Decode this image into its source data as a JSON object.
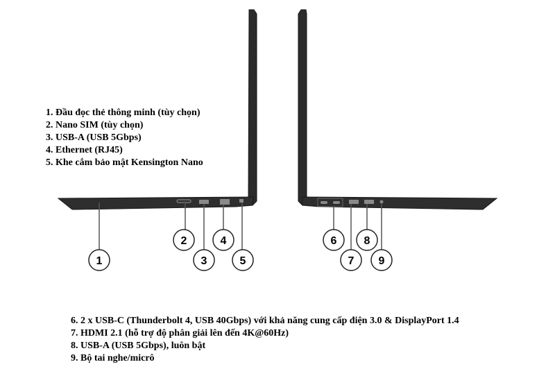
{
  "left_side_ports": [
    {
      "number": "1",
      "label": "1. Đầu đọc thẻ thông minh (tùy chọn)"
    },
    {
      "number": "2",
      "label": "2. Nano SIM (tùy chọn)"
    },
    {
      "number": "3",
      "label": "3. USB-A (USB 5Gbps)"
    },
    {
      "number": "4",
      "label": "4. Ethernet (RJ45)"
    },
    {
      "number": "5",
      "label": "5. Khe cắm bảo mật Kensington Nano"
    }
  ],
  "right_side_ports": [
    {
      "number": "6",
      "label": "6. 2 x USB-C (Thunderbolt 4, USB 40Gbps) với khả năng cung cấp điện 3.0 & DisplayPort 1.4"
    },
    {
      "number": "7",
      "label": "7. HDMI 2.1 (hỗ trợ độ phân giải lên đến 4K@60Hz)"
    },
    {
      "number": "8",
      "label": "8. USB-A (USB 5Gbps), luôn bật"
    },
    {
      "number": "9",
      "label": "9. Bộ tai nghe/micrô"
    }
  ],
  "colors": {
    "laptop": "#2b2b2b",
    "laptop_edge": "#1a1a1a",
    "port": "#9a9a9a"
  }
}
